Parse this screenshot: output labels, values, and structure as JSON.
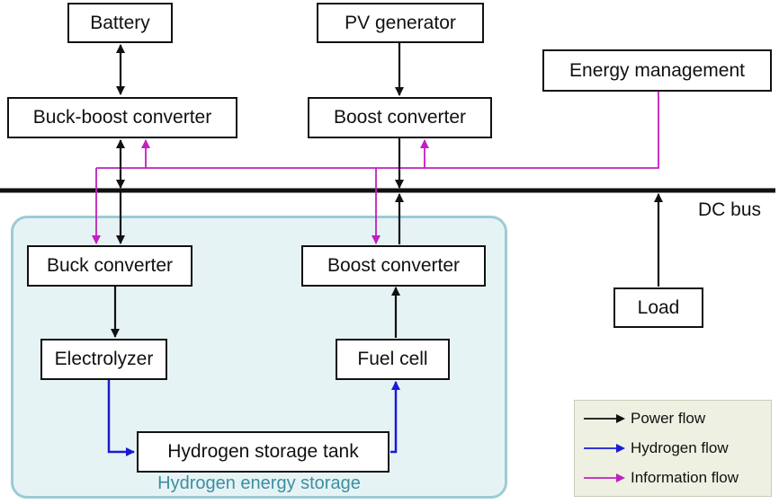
{
  "diagram": {
    "nodes": {
      "battery": "Battery",
      "buck_boost": "Buck-boost converter",
      "pv": "PV generator",
      "boost_top": "Boost converter",
      "energy_mgmt": "Energy management",
      "buck": "Buck converter",
      "boost_bottom": "Boost converter",
      "electrolyzer": "Electrolyzer",
      "fuel_cell": "Fuel cell",
      "tank": "Hydrogen storage tank",
      "load": "Load"
    },
    "bus_label": "DC bus",
    "group_label": "Hydrogen energy storage",
    "colors": {
      "power": "#111111",
      "hydrogen": "#1a1ad6",
      "information": "#c020c0",
      "group_fill": "#e6f3f5",
      "group_border": "#9ccbd6",
      "legend_fill": "#eef0e2"
    },
    "edges": [
      {
        "from": "battery",
        "to": "buck_boost",
        "type": "power",
        "bidirectional": true
      },
      {
        "from": "buck_boost",
        "to": "dc_bus",
        "type": "power",
        "bidirectional": true
      },
      {
        "from": "pv",
        "to": "boost_top",
        "type": "power"
      },
      {
        "from": "boost_top",
        "to": "dc_bus",
        "type": "power"
      },
      {
        "from": "dc_bus",
        "to": "buck",
        "type": "power"
      },
      {
        "from": "buck",
        "to": "electrolyzer",
        "type": "power"
      },
      {
        "from": "electrolyzer",
        "to": "tank",
        "type": "hydrogen"
      },
      {
        "from": "tank",
        "to": "fuel_cell",
        "type": "hydrogen"
      },
      {
        "from": "fuel_cell",
        "to": "boost_bottom",
        "type": "power"
      },
      {
        "from": "boost_bottom",
        "to": "dc_bus",
        "type": "power"
      },
      {
        "from": "load",
        "to": "dc_bus",
        "type": "power"
      },
      {
        "from": "energy_mgmt",
        "to": "buck_boost",
        "type": "information"
      },
      {
        "from": "energy_mgmt",
        "to": "boost_top",
        "type": "information"
      },
      {
        "from": "energy_mgmt",
        "to": "buck",
        "type": "information"
      },
      {
        "from": "energy_mgmt",
        "to": "boost_bottom",
        "type": "information"
      }
    ]
  },
  "legend": {
    "items": [
      {
        "label": "Power flow",
        "color": "#111111"
      },
      {
        "label": "Hydrogen flow",
        "color": "#1a1ad6"
      },
      {
        "label": "Information flow",
        "color": "#c020c0"
      }
    ]
  }
}
